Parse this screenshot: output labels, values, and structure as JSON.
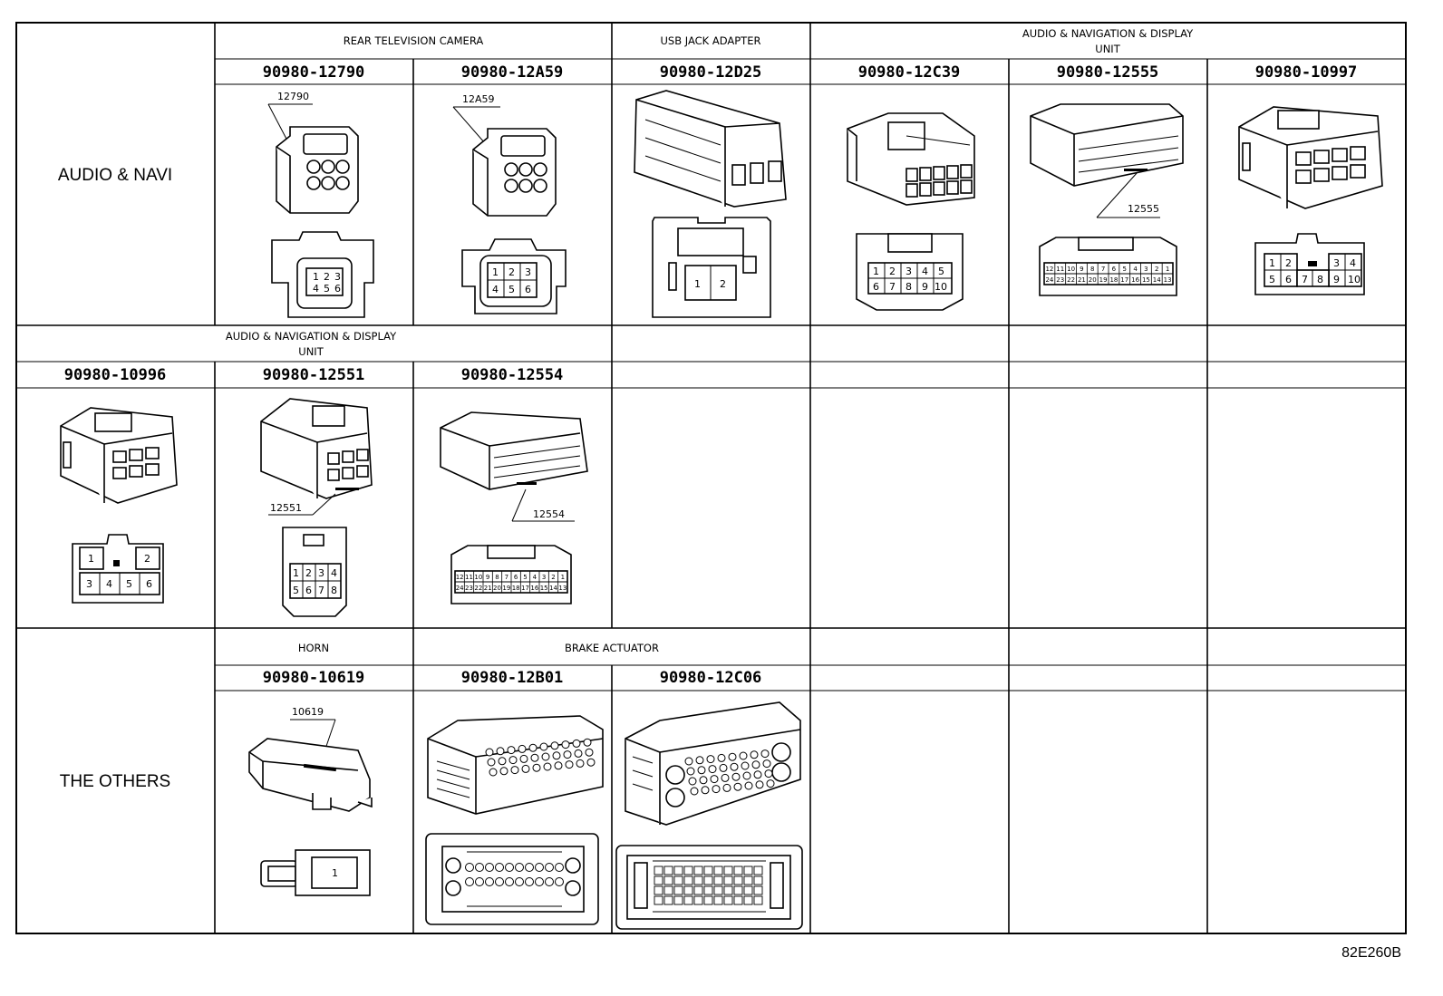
{
  "categories": {
    "audio_navi": "AUDIO & NAVI",
    "others": "THE OTHERS"
  },
  "row1": {
    "headers": {
      "rear_camera": "REAR TELEVISION CAMERA",
      "usb": "USB JACK ADAPTER",
      "audio_nav_l1": "AUDIO & NAVIGATION & DISPLAY",
      "audio_nav_l2": "UNIT"
    },
    "parts": [
      "90980-12790",
      "90980-12A59",
      "90980-12D25",
      "90980-12C39",
      "90980-12555",
      "90980-10997"
    ]
  },
  "row2": {
    "headers": {
      "audio_nav_l1": "AUDIO & NAVIGATION & DISPLAY",
      "audio_nav_l2": "UNIT"
    },
    "parts": [
      "90980-10996",
      "90980-12551",
      "90980-12554"
    ]
  },
  "row3": {
    "headers": {
      "horn": "HORN",
      "brake": "BRAKE ACTUATOR"
    },
    "parts": [
      "90980-10619",
      "90980-12B01",
      "90980-12C06"
    ]
  },
  "callouts": {
    "c12790": "12790",
    "c12A59": "12A59",
    "c12555": "12555",
    "c12551": "12551",
    "c12554": "12554",
    "c10619": "10619"
  },
  "pins": {
    "p6": [
      "1",
      "2",
      "3",
      "4",
      "5",
      "6"
    ],
    "p2": [
      "1",
      "2"
    ],
    "p10": [
      "1",
      "2",
      "3",
      "4",
      "5",
      "6",
      "7",
      "8",
      "9",
      "10"
    ],
    "p8": [
      "1",
      "2",
      "3",
      "4",
      "5",
      "6",
      "7",
      "8"
    ],
    "p1": [
      "1"
    ],
    "p24a": [
      "12",
      "11",
      "10",
      "9",
      "8",
      "7",
      "6",
      "5",
      "4",
      "3",
      "2",
      "1"
    ],
    "p24b": [
      "24",
      "23",
      "22",
      "21",
      "20",
      "19",
      "18",
      "17",
      "16",
      "15",
      "14",
      "13"
    ]
  },
  "figure_code": "82E260B"
}
